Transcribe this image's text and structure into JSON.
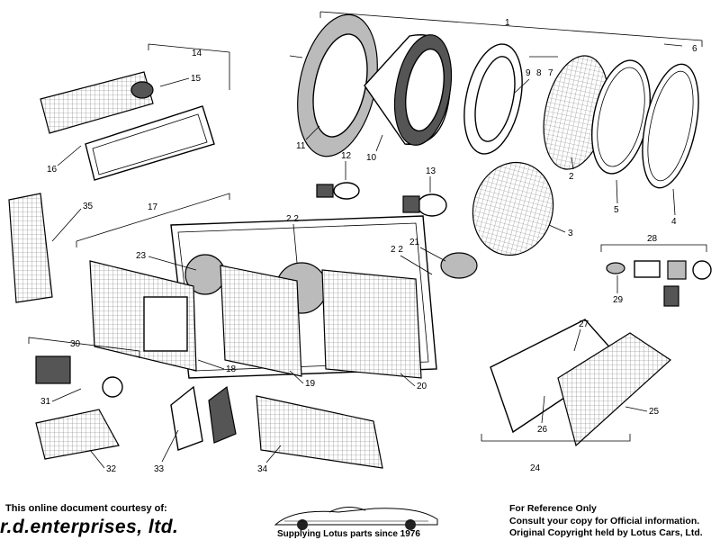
{
  "callouts": {
    "c1": "1",
    "c2": "2",
    "c3": "3",
    "c4": "4",
    "c5": "5",
    "c6": "6",
    "c7": "7",
    "c8": "8",
    "c9": "9",
    "c10": "10",
    "c11": "11",
    "c12": "12",
    "c13": "13",
    "c14": "14",
    "c15": "15",
    "c16": "16",
    "c17": "17",
    "c18": "18",
    "c19": "19",
    "c20": "20",
    "c21": "21",
    "c22a": "2 2",
    "c22b": "2 2",
    "c23": "23",
    "c24": "24",
    "c25": "25",
    "c26": "26",
    "c27": "27",
    "c28": "28",
    "c29": "29",
    "c30": "30",
    "c31": "31",
    "c32": "32",
    "c33": "33",
    "c34": "34",
    "c35": "35"
  },
  "footer": {
    "courtesy": "This online document courtesy of:",
    "brand": "r.d.enterprises, ltd.",
    "tagline": "Supplying Lotus parts since 1976",
    "notes": [
      "For Reference Only",
      "Consult your copy for Official information.",
      "Original Copyright held by Lotus Cars, Ltd."
    ]
  }
}
